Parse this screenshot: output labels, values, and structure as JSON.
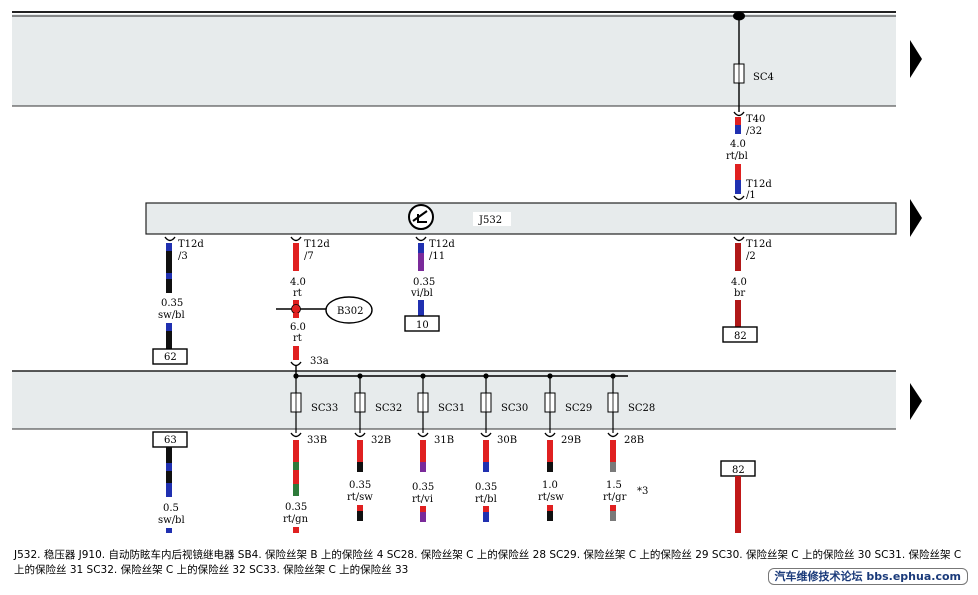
{
  "diagram": {
    "components": {
      "j532": "J532",
      "b302": "B302",
      "wiper_icon": "wiper-symbol"
    },
    "fuses": {
      "sc4": "SC4",
      "sc33": "SC33",
      "sc32": "SC32",
      "sc31": "SC31",
      "sc30": "SC30",
      "sc29": "SC29",
      "sc28": "SC28"
    },
    "connectors": {
      "t40": "T40",
      "t40_pin": "/32",
      "t12d_1": "T12d",
      "t12d_1_pin": "/1",
      "t12d_3": "T12d",
      "t12d_3_pin": "/3",
      "t12d_7": "T12d",
      "t12d_7_pin": "/7",
      "t12d_11": "T12d",
      "t12d_11_pin": "/11",
      "t12d_2": "T12d",
      "t12d_2_pin": "/2",
      "n33a": "33a",
      "n33b": "33B",
      "n32b": "32B",
      "n31b": "31B",
      "n30b": "30B",
      "n29b": "29B",
      "n28b": "28B"
    },
    "wires": {
      "w_top_size": "4.0",
      "w_top_color": "rt/bl",
      "w3_size": "0.35",
      "w3_color": "sw/bl",
      "w7_size": "4.0",
      "w7_color": "rt",
      "w7b_size": "6.0",
      "w7b_color": "rt",
      "w11_size": "0.35",
      "w11_color": "vi/bl",
      "w2_size": "4.0",
      "w2_color": "br",
      "w63_size": "0.5",
      "w63_color": "sw/bl",
      "w33_size": "0.35",
      "w33_color": "rt/gn",
      "w32_size": "0.35",
      "w32_color": "rt/sw",
      "w31_size": "0.35",
      "w31_color": "rt/vi",
      "w30_size": "0.35",
      "w30_color": "rt/bl",
      "w29_size": "1.0",
      "w29_color": "rt/sw",
      "w28_size": "1.5",
      "w28_color": "rt/gr",
      "note": "*3"
    },
    "refs": {
      "r62": "62",
      "r10": "10",
      "r82a": "82",
      "r63": "63",
      "r82b": "82"
    }
  },
  "legend": {
    "text": "J532. 稳压器    J910. 自动防眩车内后视镜继电器    SB4. 保险丝架 B 上的保险丝 4    SC28. 保险丝架 C 上的保险丝 28    SC29. 保险丝架 C 上的保险丝 29    SC30. 保险丝架 C 上的保险丝 30    SC31. 保险丝架 C 上的保险丝 31    SC32. 保险丝架 C 上的保险丝 32    SC33. 保险丝架 C 上的保险丝 33"
  },
  "watermark": "汽车维修技术论坛 bbs.ephua.com",
  "colors": {
    "band": "#e7ebec",
    "red": "#e02020",
    "dark_red": "#b01818",
    "blue": "#2030b0",
    "black": "#101010",
    "green": "#2e7a3a",
    "violet": "#7a2a9a",
    "grey": "#7a7a7a"
  }
}
